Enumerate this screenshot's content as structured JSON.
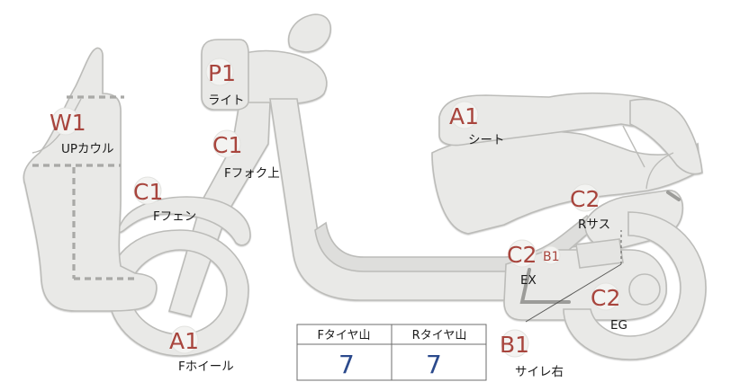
{
  "colors": {
    "part_fill": "#e9e9e7",
    "part_stroke": "#bcbcb9",
    "grade_text": "#a8453d",
    "grade_badge": "#f3f3f1",
    "table_value": "#2b4a8c",
    "seam": "#a9a9a6"
  },
  "parts": {
    "light": {
      "grade": "P1",
      "label": "ライト"
    },
    "up_cowl": {
      "grade": "W1",
      "label": "UPカウル"
    },
    "fork_upper": {
      "grade": "C1",
      "label": "Fフォク上"
    },
    "seat": {
      "grade": "A1",
      "label": "シート"
    },
    "front_fender": {
      "grade": "C1",
      "label": "Fフェン"
    },
    "rear_suspension": {
      "grade": "C2",
      "label": "Rサス"
    },
    "exhaust": {
      "grade": "C2",
      "grade_sub": "B1",
      "label": "EX"
    },
    "engine": {
      "grade": "C2",
      "label": "EG"
    },
    "front_wheel": {
      "grade": "A1",
      "label": "Fホイール"
    },
    "muffler_right": {
      "grade": "B1",
      "label": "サイレ右"
    }
  },
  "tire_table": {
    "headers": [
      "Fタイヤ山",
      "Rタイヤ山"
    ],
    "values": [
      "7",
      "7"
    ]
  }
}
